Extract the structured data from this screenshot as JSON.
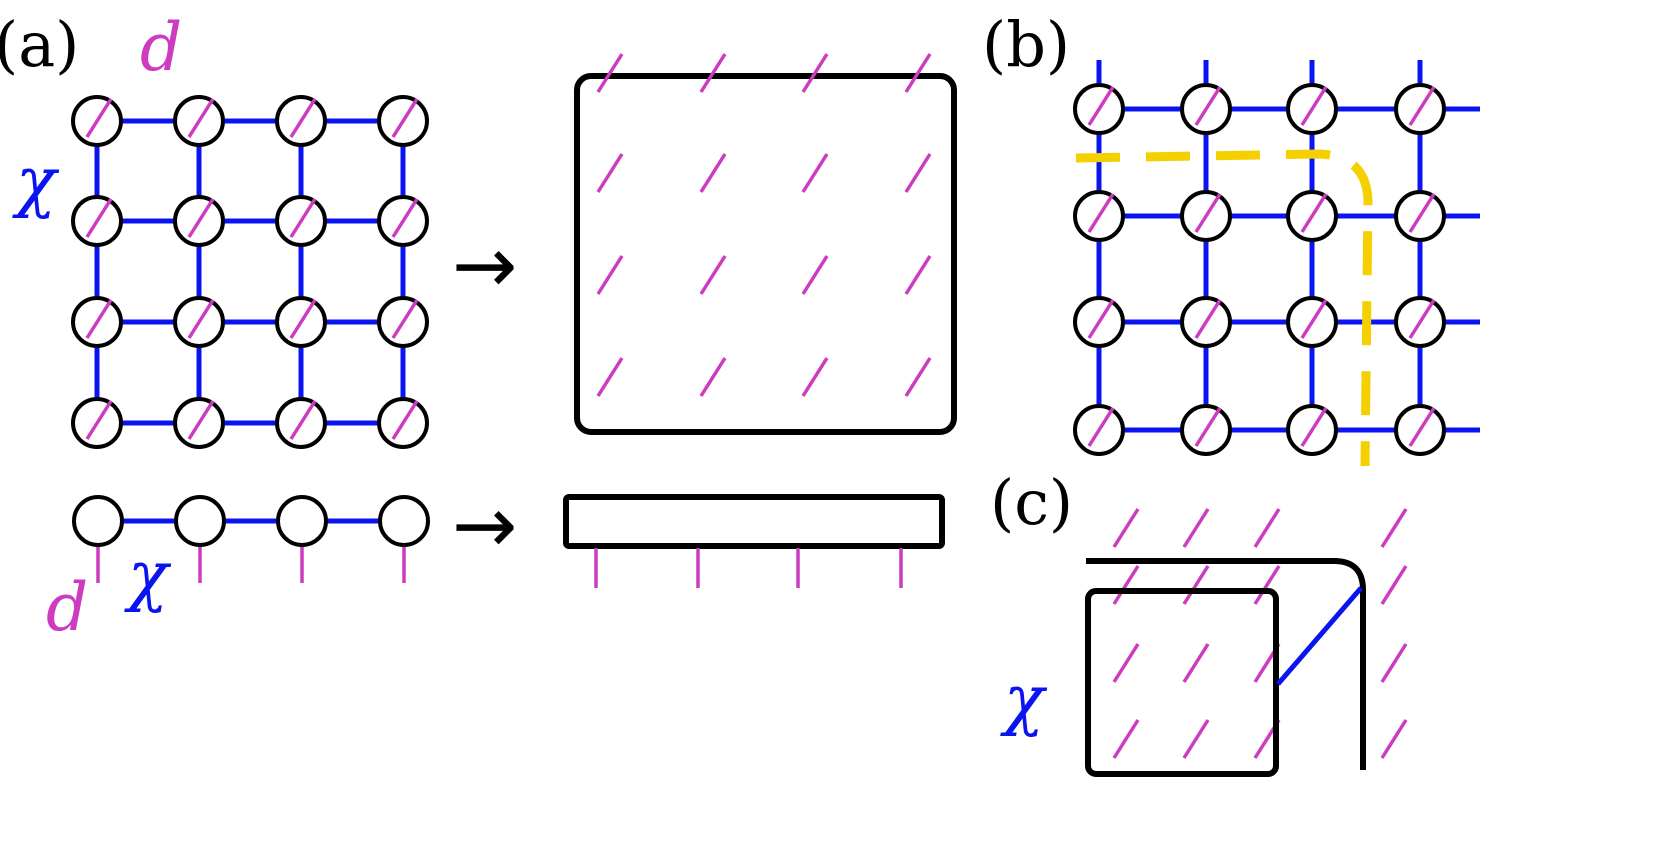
{
  "labels": {
    "panel_a": "(a)",
    "panel_b": "(b)",
    "panel_c": "(c)",
    "physical_dim": "d",
    "bond_dim": "χ",
    "arrow": "→"
  },
  "colors": {
    "bond": "#0a14f0",
    "physical_leg": "#cc3bc0",
    "tensor_outline": "#000000",
    "cut_line": "#f5d000"
  },
  "lattice": {
    "rows": 4,
    "cols": 4
  },
  "chain": {
    "sites": 4
  }
}
